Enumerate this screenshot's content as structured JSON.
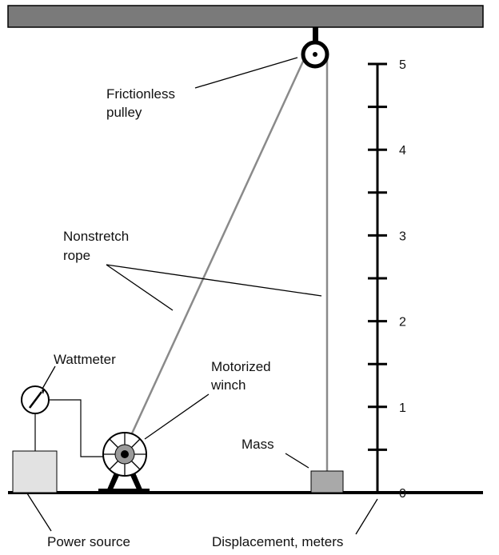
{
  "labels": {
    "pulley": [
      "Frictionless",
      "pulley"
    ],
    "rope": [
      "Nonstretch",
      "rope"
    ],
    "wattmeter": "Wattmeter",
    "winch": [
      "Motorized",
      "winch"
    ],
    "mass": "Mass",
    "power_source": "Power source",
    "displacement": "Displacement, meters"
  },
  "scale": {
    "min": 0,
    "max": 5,
    "major_ticks": [
      "0",
      "1",
      "2",
      "3",
      "4",
      "5"
    ]
  },
  "colors": {
    "ceiling": "#7a7a7a",
    "rope": "#8a8a8a",
    "mass": "#a9a9a9",
    "power_source": "#e2e2e2",
    "line": "#000000"
  }
}
